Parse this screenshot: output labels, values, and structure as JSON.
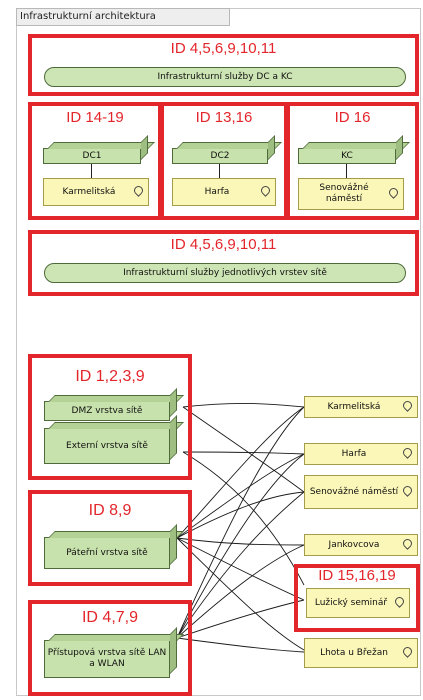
{
  "tab_title": "Infrastrukturní architektura",
  "top_group": {
    "id_label": "ID 4,5,6,9,10,11",
    "service": "Infrastrukturní služby DC a KC"
  },
  "datacenters": [
    {
      "id_label": "ID 14-19",
      "name": "DC1",
      "location": "Karmelitská"
    },
    {
      "id_label": "ID 13,16",
      "name": "DC2",
      "location": "Harfa"
    },
    {
      "id_label": "ID 16",
      "name": "KC",
      "location": "Senovážné náměstí"
    }
  ],
  "layer_group": {
    "id_label": "ID 4,5,6,9,10,11",
    "service": "Infrastrukturní služby jednotlivých vrstev sítě"
  },
  "network_groups": [
    {
      "id_label": "ID 1,2,3,9",
      "layers": [
        "DMZ vrstva sítě",
        "Externí vrstva sítě"
      ]
    },
    {
      "id_label": "ID 8,9",
      "layers": [
        "Páteřní vrstva sítě"
      ]
    },
    {
      "id_label": "ID 4,7,9",
      "layers": [
        "Přístupová vrstva sítě LAN a WLAN"
      ]
    }
  ],
  "sites": [
    "Karmelitská",
    "Harfa",
    "Senovážné náměstí",
    "Jankovcova",
    "Lužický seminář",
    "Lhota u Břežan"
  ],
  "site_id_label": "ID 15,16,19",
  "colors": {
    "red": "#e3262b",
    "node_green": "#c7e2ac",
    "location_yellow": "#fbf7b8"
  }
}
